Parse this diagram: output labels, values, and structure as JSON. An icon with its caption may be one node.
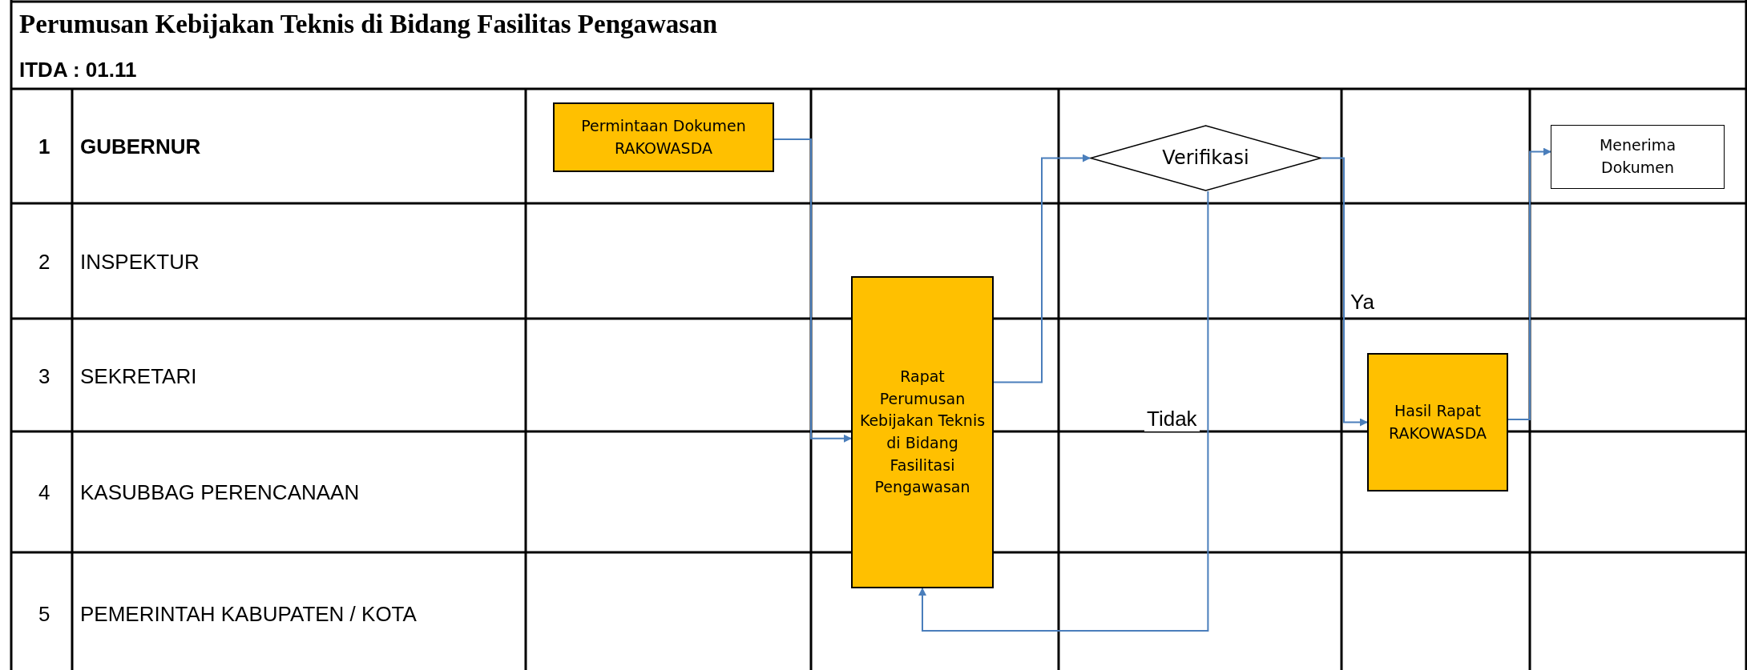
{
  "diagram": {
    "title": "Perumusan Kebijakan Teknis di Bidang Fasilitas Pengawasan",
    "nodes": [
      {
        "text": [
          "Permintaan Dokumen RAKOWASDA"
        ]
      },
      {
        "text": [
          "Rapat Perumusan Kebijakan Teknis di Bidang Fasilitasi Pengawasan"
        ]
      },
      {
        "text": [
          "Verifikasi"
        ]
      },
      {
        "text": [
          "Hasil Rapat RAKOWASDA"
        ]
      },
      {
        "text": [
          "Menerima Dokumen"
        ]
      }
    ],
    "edges": [
      {
        "from": 0,
        "to": 1,
        "arrow": "to"
      },
      {
        "from": 1,
        "to": 2,
        "arrow": "to"
      },
      {
        "from": 2,
        "to": 3,
        "arrow": "to",
        "label": "Ya"
      },
      {
        "from": 2,
        "to": 1,
        "arrow": "to",
        "label": "Tidak"
      },
      {
        "from": 3,
        "to": 4,
        "arrow": "to"
      }
    ],
    "labels": [
      "ITDA : 01.11",
      "1",
      "GUBERNUR",
      "2",
      "INSPEKTUR",
      "3",
      "SEKRETARI",
      "4",
      "KASUBBAG PERENCANAAN",
      "5",
      "PEMERINTAH KABUPATEN / KOTA"
    ]
  }
}
